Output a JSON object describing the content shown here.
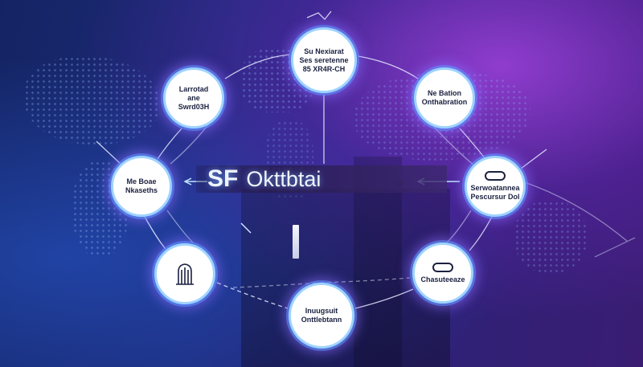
{
  "title": {
    "prefix": "SF",
    "main": "Okttbtai"
  },
  "nodes": {
    "top": {
      "lines": [
        "Su Nexiarat",
        "Ses seretenne",
        "85 XR4R-CH"
      ]
    },
    "top_left": {
      "lines": [
        "Larrotad",
        "ane",
        "Swrd03H"
      ]
    },
    "top_right": {
      "lines": [
        "Ne Bation",
        "Onthabration"
      ]
    },
    "left": {
      "lines": [
        "Me Boae",
        "Nkaseths"
      ]
    },
    "right": {
      "icon": "pill-icon",
      "lines": [
        "Serwoatannea",
        "Pescursur Dol"
      ]
    },
    "bottom_left": {
      "icon": "tower-icon",
      "lines": []
    },
    "bottom_right": {
      "icon": "pill-icon",
      "lines": [
        "Chasuteeaze"
      ]
    },
    "bottom": {
      "lines": [
        "Inuugsuit",
        "Onttlebtann"
      ]
    }
  },
  "colors": {
    "background_left": "#142463",
    "background_right": "#3a1d73",
    "glow": "#b046eb",
    "node_ring": "#9fd3ff",
    "node_text": "#1b2140"
  }
}
